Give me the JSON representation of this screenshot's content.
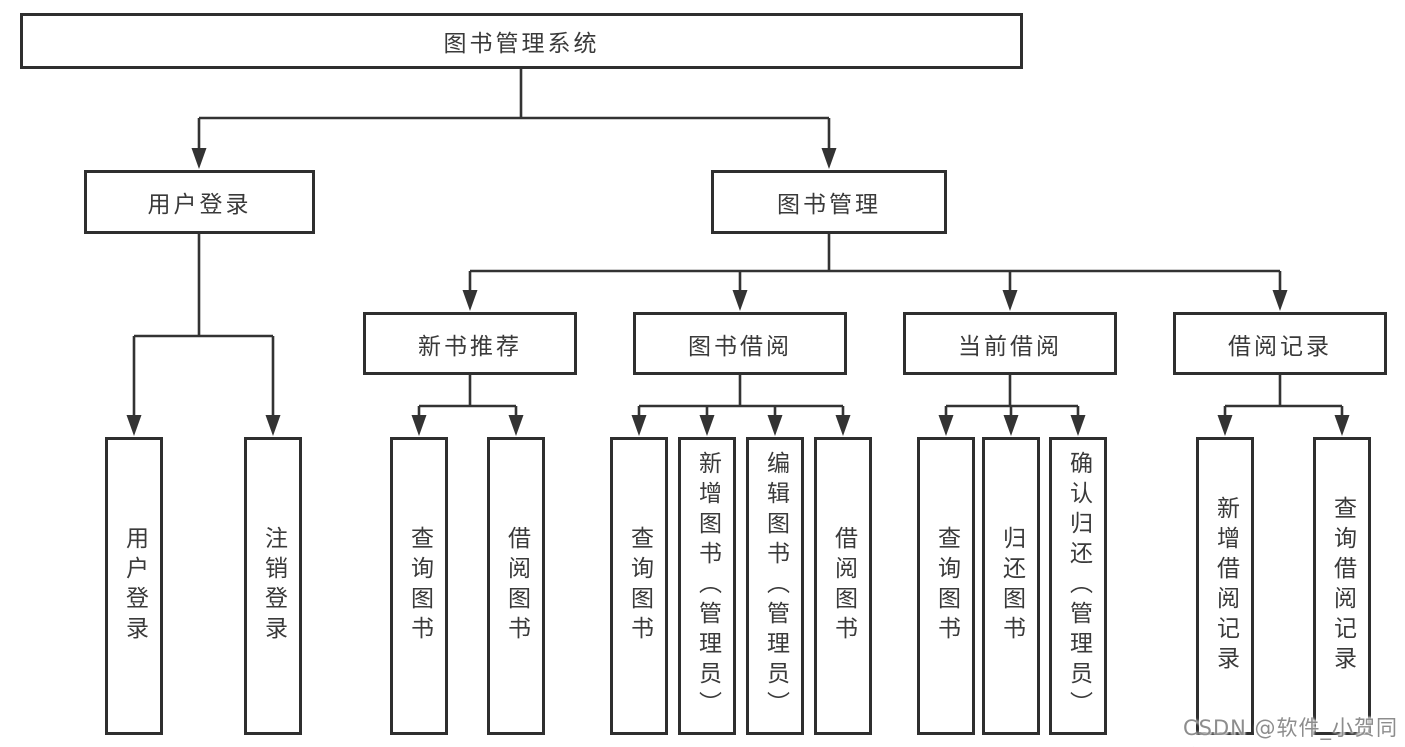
{
  "colors": {
    "line": "#333333",
    "border": "#2f2f2f",
    "text": "#3a3a3a",
    "background": "#ffffff",
    "watermark_text_color": "#8d8d8d"
  },
  "nodes": {
    "root": "图书管理系统",
    "level1": [
      "用户登录",
      "图书管理"
    ],
    "level2": [
      "新书推荐",
      "图书借阅",
      "当前借阅",
      "借阅记录"
    ],
    "leaves_login": [
      "用户登录",
      "注销登录"
    ],
    "leaves_recommend": [
      "查询图书",
      "借阅图书"
    ],
    "leaves_borrow": [
      "查询图书",
      "新增图书（管理员）",
      "编辑图书（管理员）",
      "借阅图书"
    ],
    "leaves_current": [
      "查询图书",
      "归还图书",
      "确认归还（管理员）"
    ],
    "leaves_records": [
      "新增借阅记录",
      "查询借阅记录"
    ]
  },
  "watermark": {
    "text": "CSDN @软件_小贺同学"
  }
}
